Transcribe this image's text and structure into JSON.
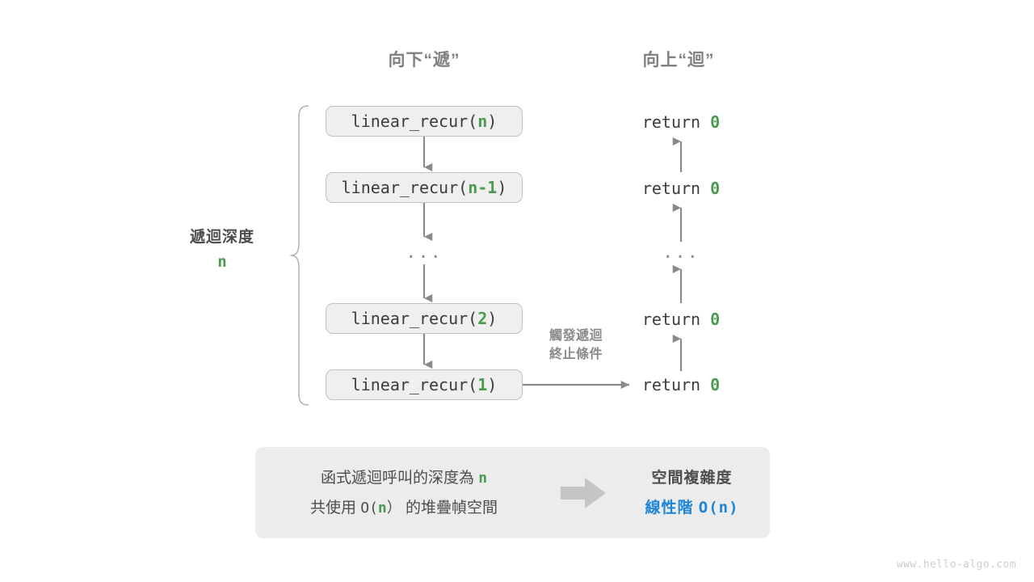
{
  "headings": {
    "down": "向下“遞”",
    "up": "向上“迴”"
  },
  "depth": {
    "title": "遞迴深度",
    "value": "n"
  },
  "calls": [
    {
      "prefix": "linear_recur(",
      "arg": "n",
      "suffix": ")"
    },
    {
      "prefix": "linear_recur(",
      "arg": "n-1",
      "suffix": ")"
    },
    {
      "ellipsis": "..."
    },
    {
      "prefix": "linear_recur(",
      "arg": "2",
      "suffix": ")"
    },
    {
      "prefix": "linear_recur(",
      "arg": "1",
      "suffix": ")"
    }
  ],
  "returns": [
    {
      "keyword": "return",
      "value": "0"
    },
    {
      "keyword": "return",
      "value": "0"
    },
    {
      "ellipsis": "..."
    },
    {
      "keyword": "return",
      "value": "0"
    },
    {
      "keyword": "return",
      "value": "0"
    }
  ],
  "terminate_note": {
    "line1": "觸發遞迴",
    "line2": "終止條件"
  },
  "summary": {
    "left_line1_before": "函式遞迴呼叫的深度為 ",
    "left_line1_var": "n",
    "left_line2_before": "共使用 ",
    "left_line2_mono_open": "O(",
    "left_line2_var": "n",
    "left_line2_mono_close": "）",
    "left_line2_after": " 的堆疊幀空間",
    "arrow_icon": "right-arrow-icon",
    "right_title": "空間複雜度",
    "right_value_text": "線性階 ",
    "right_value_mono": "O(n)"
  },
  "watermark": "www.hello-algo.com",
  "colors": {
    "green": "#4a9a52",
    "blue": "#1d84d6",
    "gray_text": "#4d4d4d",
    "gray_muted": "#8a8a8a",
    "box_fill": "#efefef",
    "box_border": "#c2c2c2",
    "panel_fill": "#ececec",
    "arrow": "#8a8a8a"
  }
}
